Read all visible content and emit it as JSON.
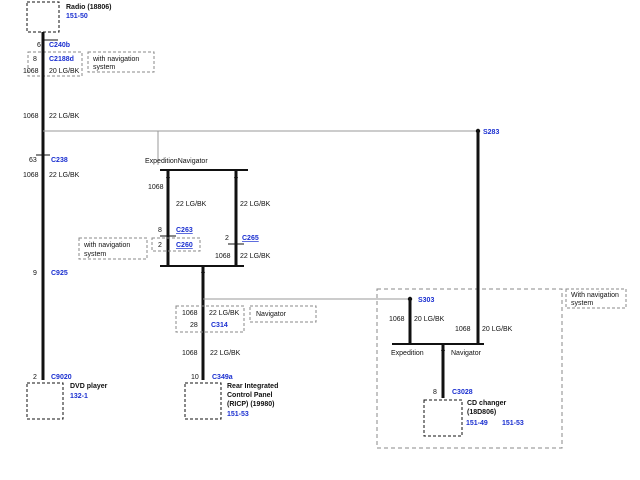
{
  "colors": {
    "wire": "#111111",
    "thin_wire": "#999999",
    "dash_box": "#888888",
    "link_blue": "#1a2fd0",
    "background": "#ffffff"
  },
  "components": {
    "radio": {
      "name": "Radio (18806)",
      "ref": "151-50"
    },
    "dvd": {
      "name": "DVD player",
      "ref": "132-1"
    },
    "ricp": {
      "line1": "Rear Integrated",
      "line2": "Control Panel",
      "line3": "(RICP) (19980)",
      "ref": "151-53"
    },
    "cd": {
      "line1": "CD changer",
      "line2": "(18D806)",
      "ref1": "151-49",
      "ref2": "151-53"
    }
  },
  "connectors": {
    "c240b": {
      "pin": "6",
      "id": "C240b"
    },
    "c2188d": {
      "pin": "8",
      "id": "C2188d"
    },
    "c238": {
      "pin": "63",
      "id": "C238"
    },
    "c925": {
      "pin": "9",
      "id": "C925"
    },
    "c9020": {
      "pin": "2",
      "id": "C9020"
    },
    "c263": {
      "pin": "8",
      "id": "C263"
    },
    "c260": {
      "pin": "2",
      "id": "C260"
    },
    "c265": {
      "pin": "2",
      "id": "C265"
    },
    "c314": {
      "pin": "28",
      "id": "C314"
    },
    "c349a": {
      "pin": "10",
      "id": "C349a"
    },
    "c3028": {
      "pin": "8",
      "id": "C3028"
    }
  },
  "splices": {
    "s283": "S283",
    "s303": "S303"
  },
  "wires": {
    "w1": {
      "circuit": "1068",
      "color": "20 LG/BK"
    },
    "w2": {
      "circuit": "1068",
      "color": "22 LG/BK"
    },
    "w3": {
      "circuit": "1068",
      "color": "22 LG/BK"
    },
    "w4": {
      "circuit": "1068",
      "color": "22 LG/BK"
    },
    "w5": {
      "color": "22 LG/BK"
    },
    "w6": {
      "circuit": "1068",
      "color": "22 LG/BK"
    },
    "w7": {
      "circuit": "1068",
      "color": "22 LG/BK"
    },
    "w8": {
      "circuit": "1068",
      "color": "22 LG/BK"
    },
    "w9": {
      "circuit": "1068",
      "color": "22 LG/BK"
    },
    "w10": {
      "circuit": "1068",
      "color": "20 LG/BK"
    },
    "w11": {
      "circuit": "1068",
      "color": "20 LG/BK"
    }
  },
  "notes": {
    "nav1": {
      "line1": "with navigation",
      "line2": "system"
    },
    "nav2": {
      "line1": "with navigation",
      "line2": "system"
    },
    "navigator_box": "Navigator",
    "nav3": {
      "line1": "With navigation",
      "line2": "system"
    }
  },
  "branch_labels": {
    "top": "ExpeditionNavigator",
    "expedition": "Expedition",
    "navigator": "Navigator"
  }
}
